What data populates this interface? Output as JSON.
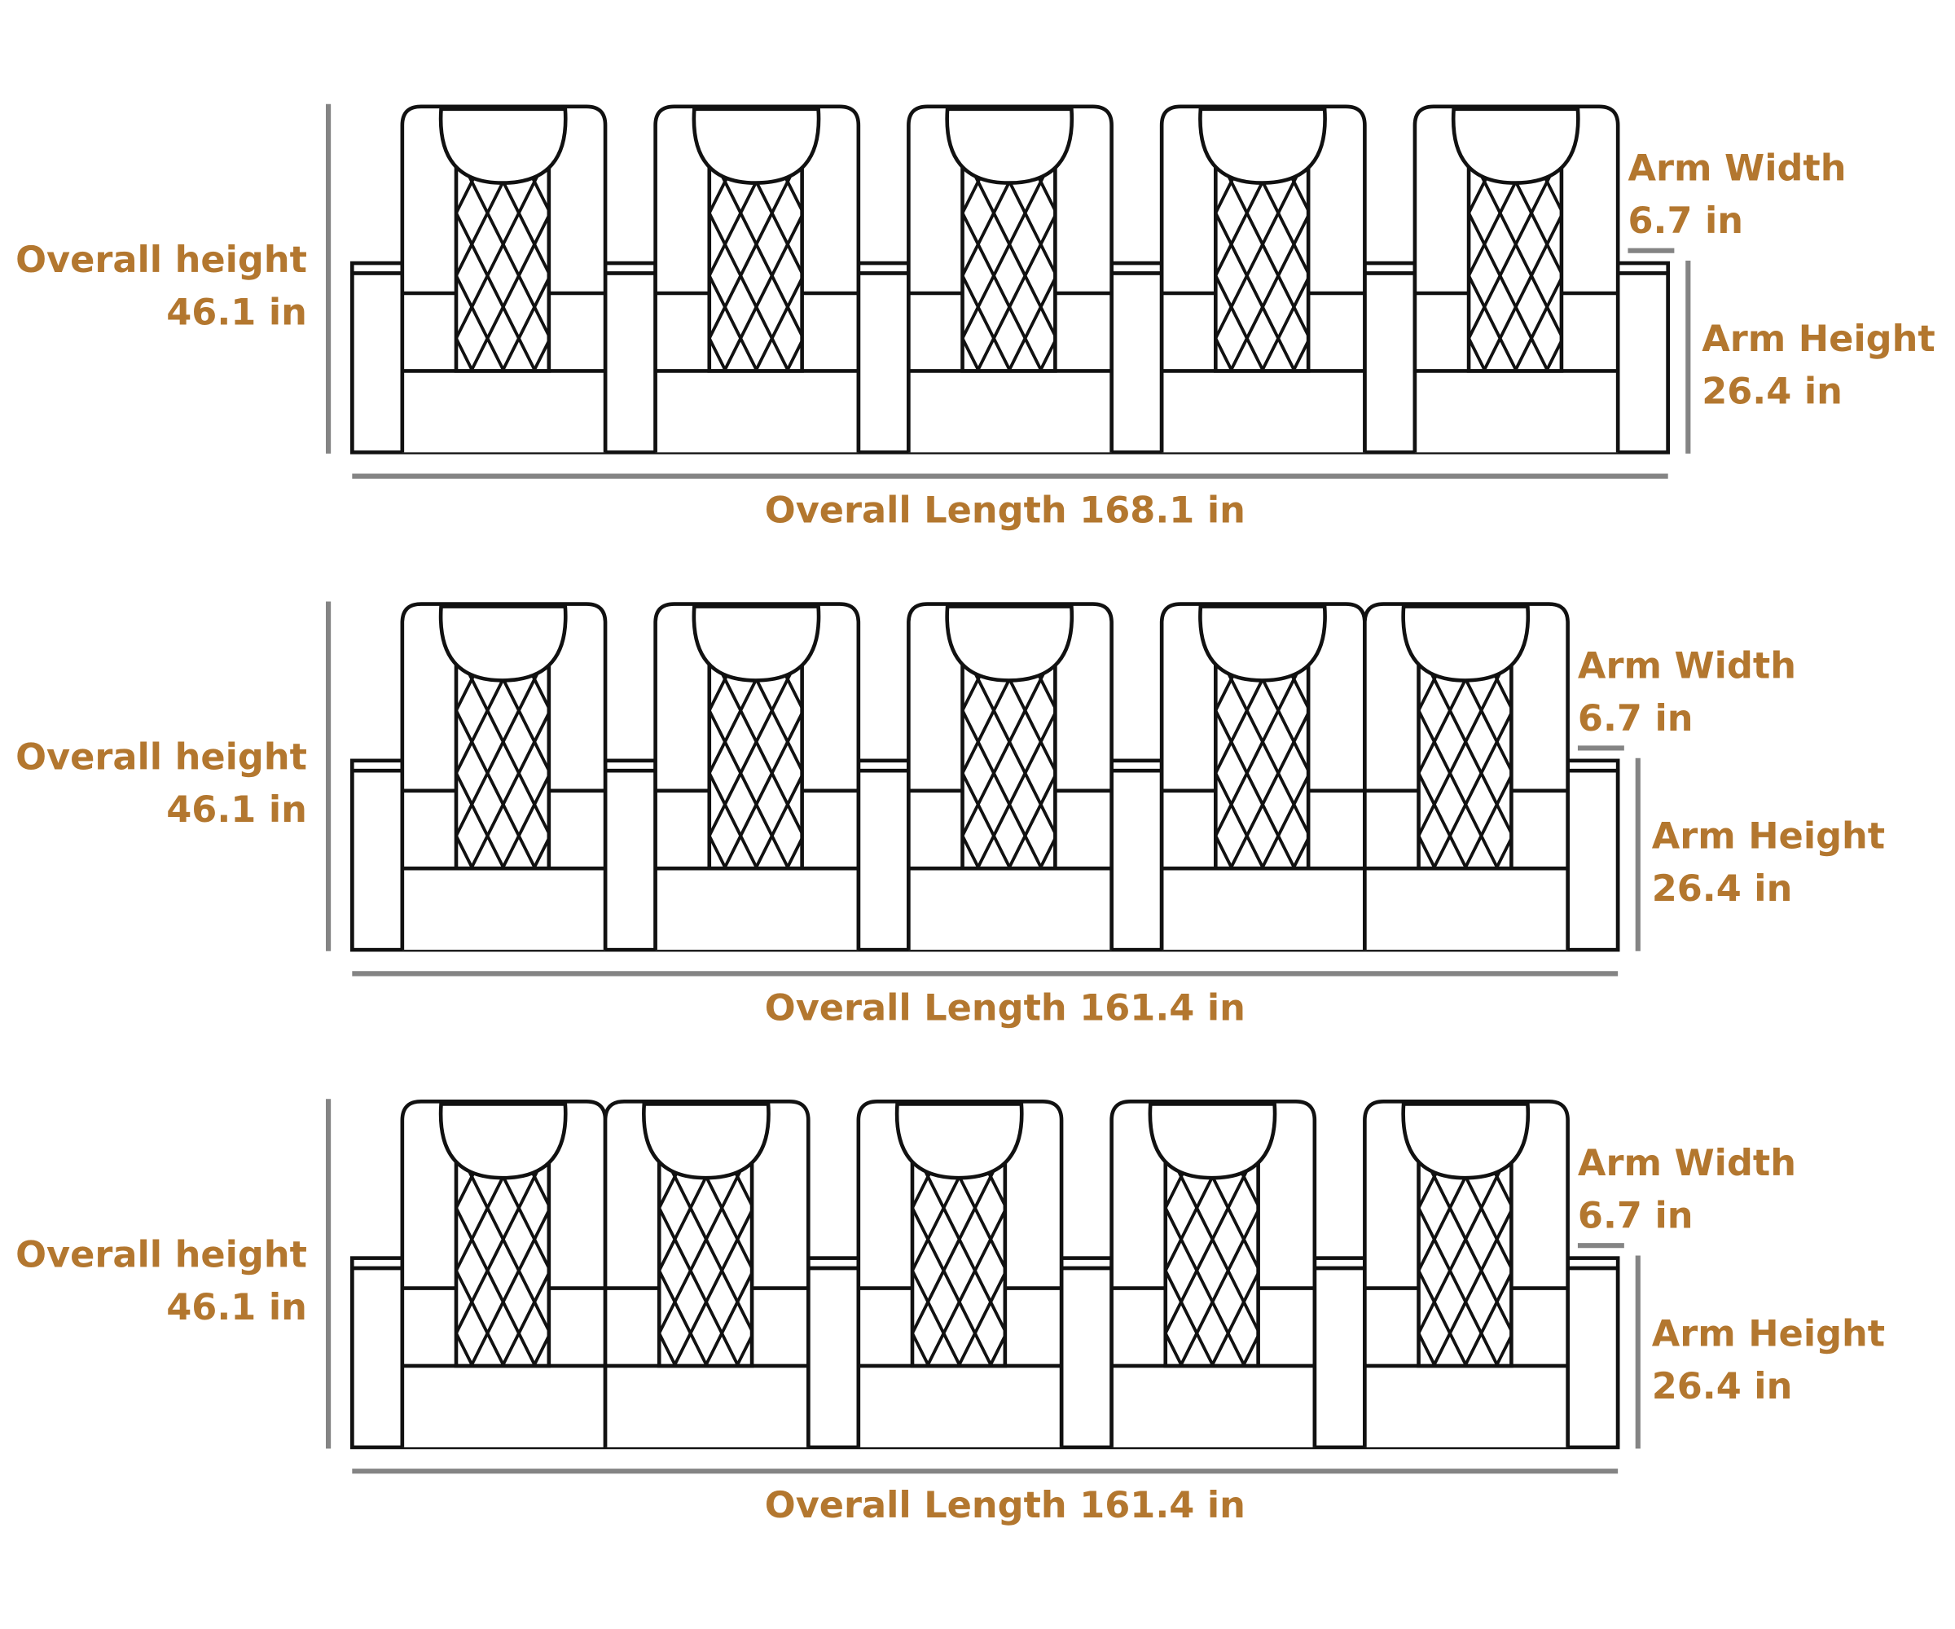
{
  "colors": {
    "label": "#b3772f",
    "dimension_line": "#848484",
    "outline": "#111111"
  },
  "configurations": [
    {
      "seats": 5,
      "overall_height_label": "Overall height",
      "overall_height_value": "46.1 in",
      "overall_length": "Overall Length 168.1 in",
      "arm_width_label": "Arm Width",
      "arm_width_value": "6.7 in",
      "arm_height_label": "Arm Height",
      "arm_height_value": "26.4 in",
      "paired_seats": []
    },
    {
      "seats": 5,
      "overall_height_label": "Overall height",
      "overall_height_value": "46.1 in",
      "overall_length": "Overall Length 161.4 in",
      "arm_width_label": "Arm Width",
      "arm_width_value": "6.7 in",
      "arm_height_label": "Arm Height",
      "arm_height_value": "26.4 in",
      "paired_seats": [
        [
          4,
          5
        ]
      ]
    },
    {
      "seats": 5,
      "overall_height_label": "Overall height",
      "overall_height_value": "46.1 in",
      "overall_length": "Overall Length 161.4 in",
      "arm_width_label": "Arm Width",
      "arm_width_value": "6.7 in",
      "arm_height_label": "Arm Height",
      "arm_height_value": "26.4 in",
      "paired_seats": [
        [
          1,
          2
        ]
      ]
    }
  ]
}
